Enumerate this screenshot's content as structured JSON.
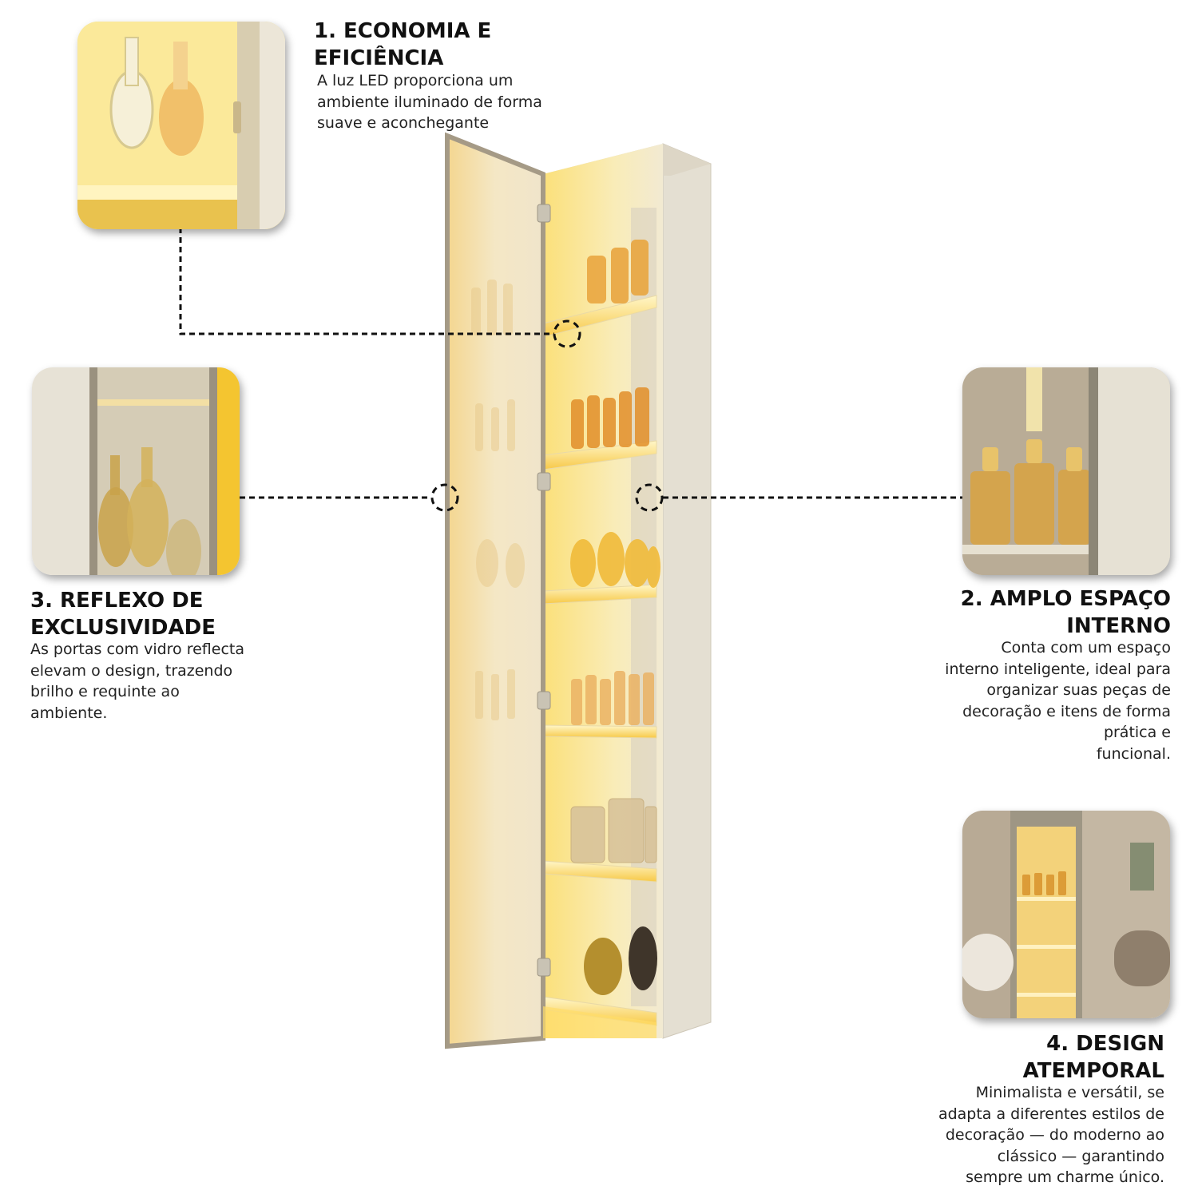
{
  "features": [
    {
      "title": "1. ECONOMIA E\nEFICIÊNCIA",
      "text": "A luz LED proporciona um\nambiente iluminado de forma\nsuave e aconchegante"
    },
    {
      "title": "2. AMPLO ESPAÇO\nINTERNO",
      "text": "Conta com um espaço\ninterno inteligente, ideal para\norganizar suas peças de\ndecoração e itens de forma\nprática e\nfuncional."
    },
    {
      "title": "3. REFLEXO DE\nEXCLUSIVIDADE",
      "text": "As portas com vidro reflecta\nelevam o design, trazendo\nbrilho e requinte ao\nambiente."
    },
    {
      "title": "4. DESIGN\nATEMPORAL",
      "text": "Minimalista e versátil, se\nadapta a diferentes estilos de\ndecoração — do moderno ao\nclássico — garantindo\nsempre um charme único."
    }
  ],
  "colors": {
    "cabinet_body": "#e6e1d4",
    "led_glow": "#f7c948",
    "glass_frame": "#a59a86",
    "connector_line": "#111111"
  }
}
